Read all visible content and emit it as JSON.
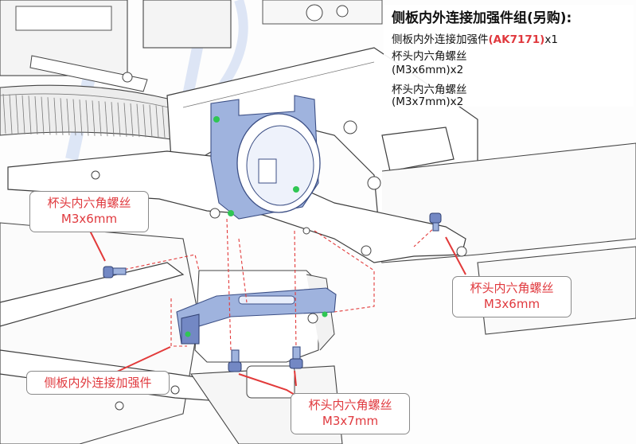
{
  "parts_list": {
    "title": "侧板内外连接加强件组(另购):",
    "line1_prefix": "侧板内外连接加强件",
    "line1_code": "(AK7171)",
    "line1_qty": "x1",
    "line2": "杯头内六角螺丝",
    "line3": "(M3x6mm)x2",
    "line4": "杯头内六角螺丝",
    "line5": "(M3x7mm)x2"
  },
  "callouts": {
    "screw_left": {
      "name": "杯头内六角螺丝",
      "spec": "M3x6mm"
    },
    "screw_right": {
      "name": "杯头内六角螺丝",
      "spec": "M3x6mm"
    },
    "bracket": {
      "name": "侧板内外连接加强件"
    },
    "screw_bottom": {
      "name": "杯头内六角螺丝",
      "spec": "M3x7mm"
    }
  },
  "colors": {
    "callout_text": "#e0393e",
    "part_blue": "#9fb3de",
    "leader_red": "#e23a3a",
    "marker_green": "#2fc653"
  }
}
